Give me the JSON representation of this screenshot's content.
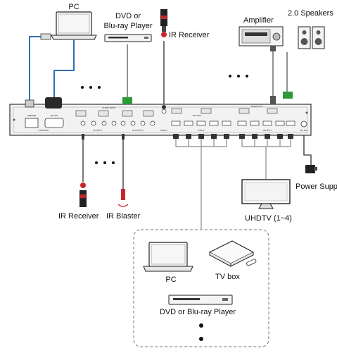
{
  "labels": {
    "pc_top": "PC",
    "dvd_top_line1": "DVD or",
    "dvd_top_line2": "Blu-ray Player",
    "ir_receiver_top": "IR Receiver",
    "amplifier": "Amplifier",
    "speakers": "2.0 Speakers",
    "power_supply": "Power Suppl",
    "uhdtv": "UHDTV (1~4)",
    "ir_receiver_bottom": "IR Receiver",
    "ir_blaster": "IR Blaster",
    "pc_bottom": "PC",
    "tv_box": "TV box",
    "dvd_bottom": "DVD or Blu-ray Player"
  },
  "panel": {
    "port_labels": [
      "SERVER",
      "RS-232",
      "CONTROL",
      "AUDIO INPUT",
      "IR INPUT",
      "IR OUTPUT",
      "IR EXT",
      "INPUT",
      "OUTPUT",
      "OPTICAL",
      "AUDIO OUT",
      "DC 12V"
    ]
  },
  "colors": {
    "cable_blue": "#2f6fb5",
    "cable_gray": "#9a9a9a",
    "connector_green": "#2e9a3a",
    "ir_red": "#c8262c",
    "device_dark": "#333333",
    "device_panel": "#f2f2f2"
  }
}
